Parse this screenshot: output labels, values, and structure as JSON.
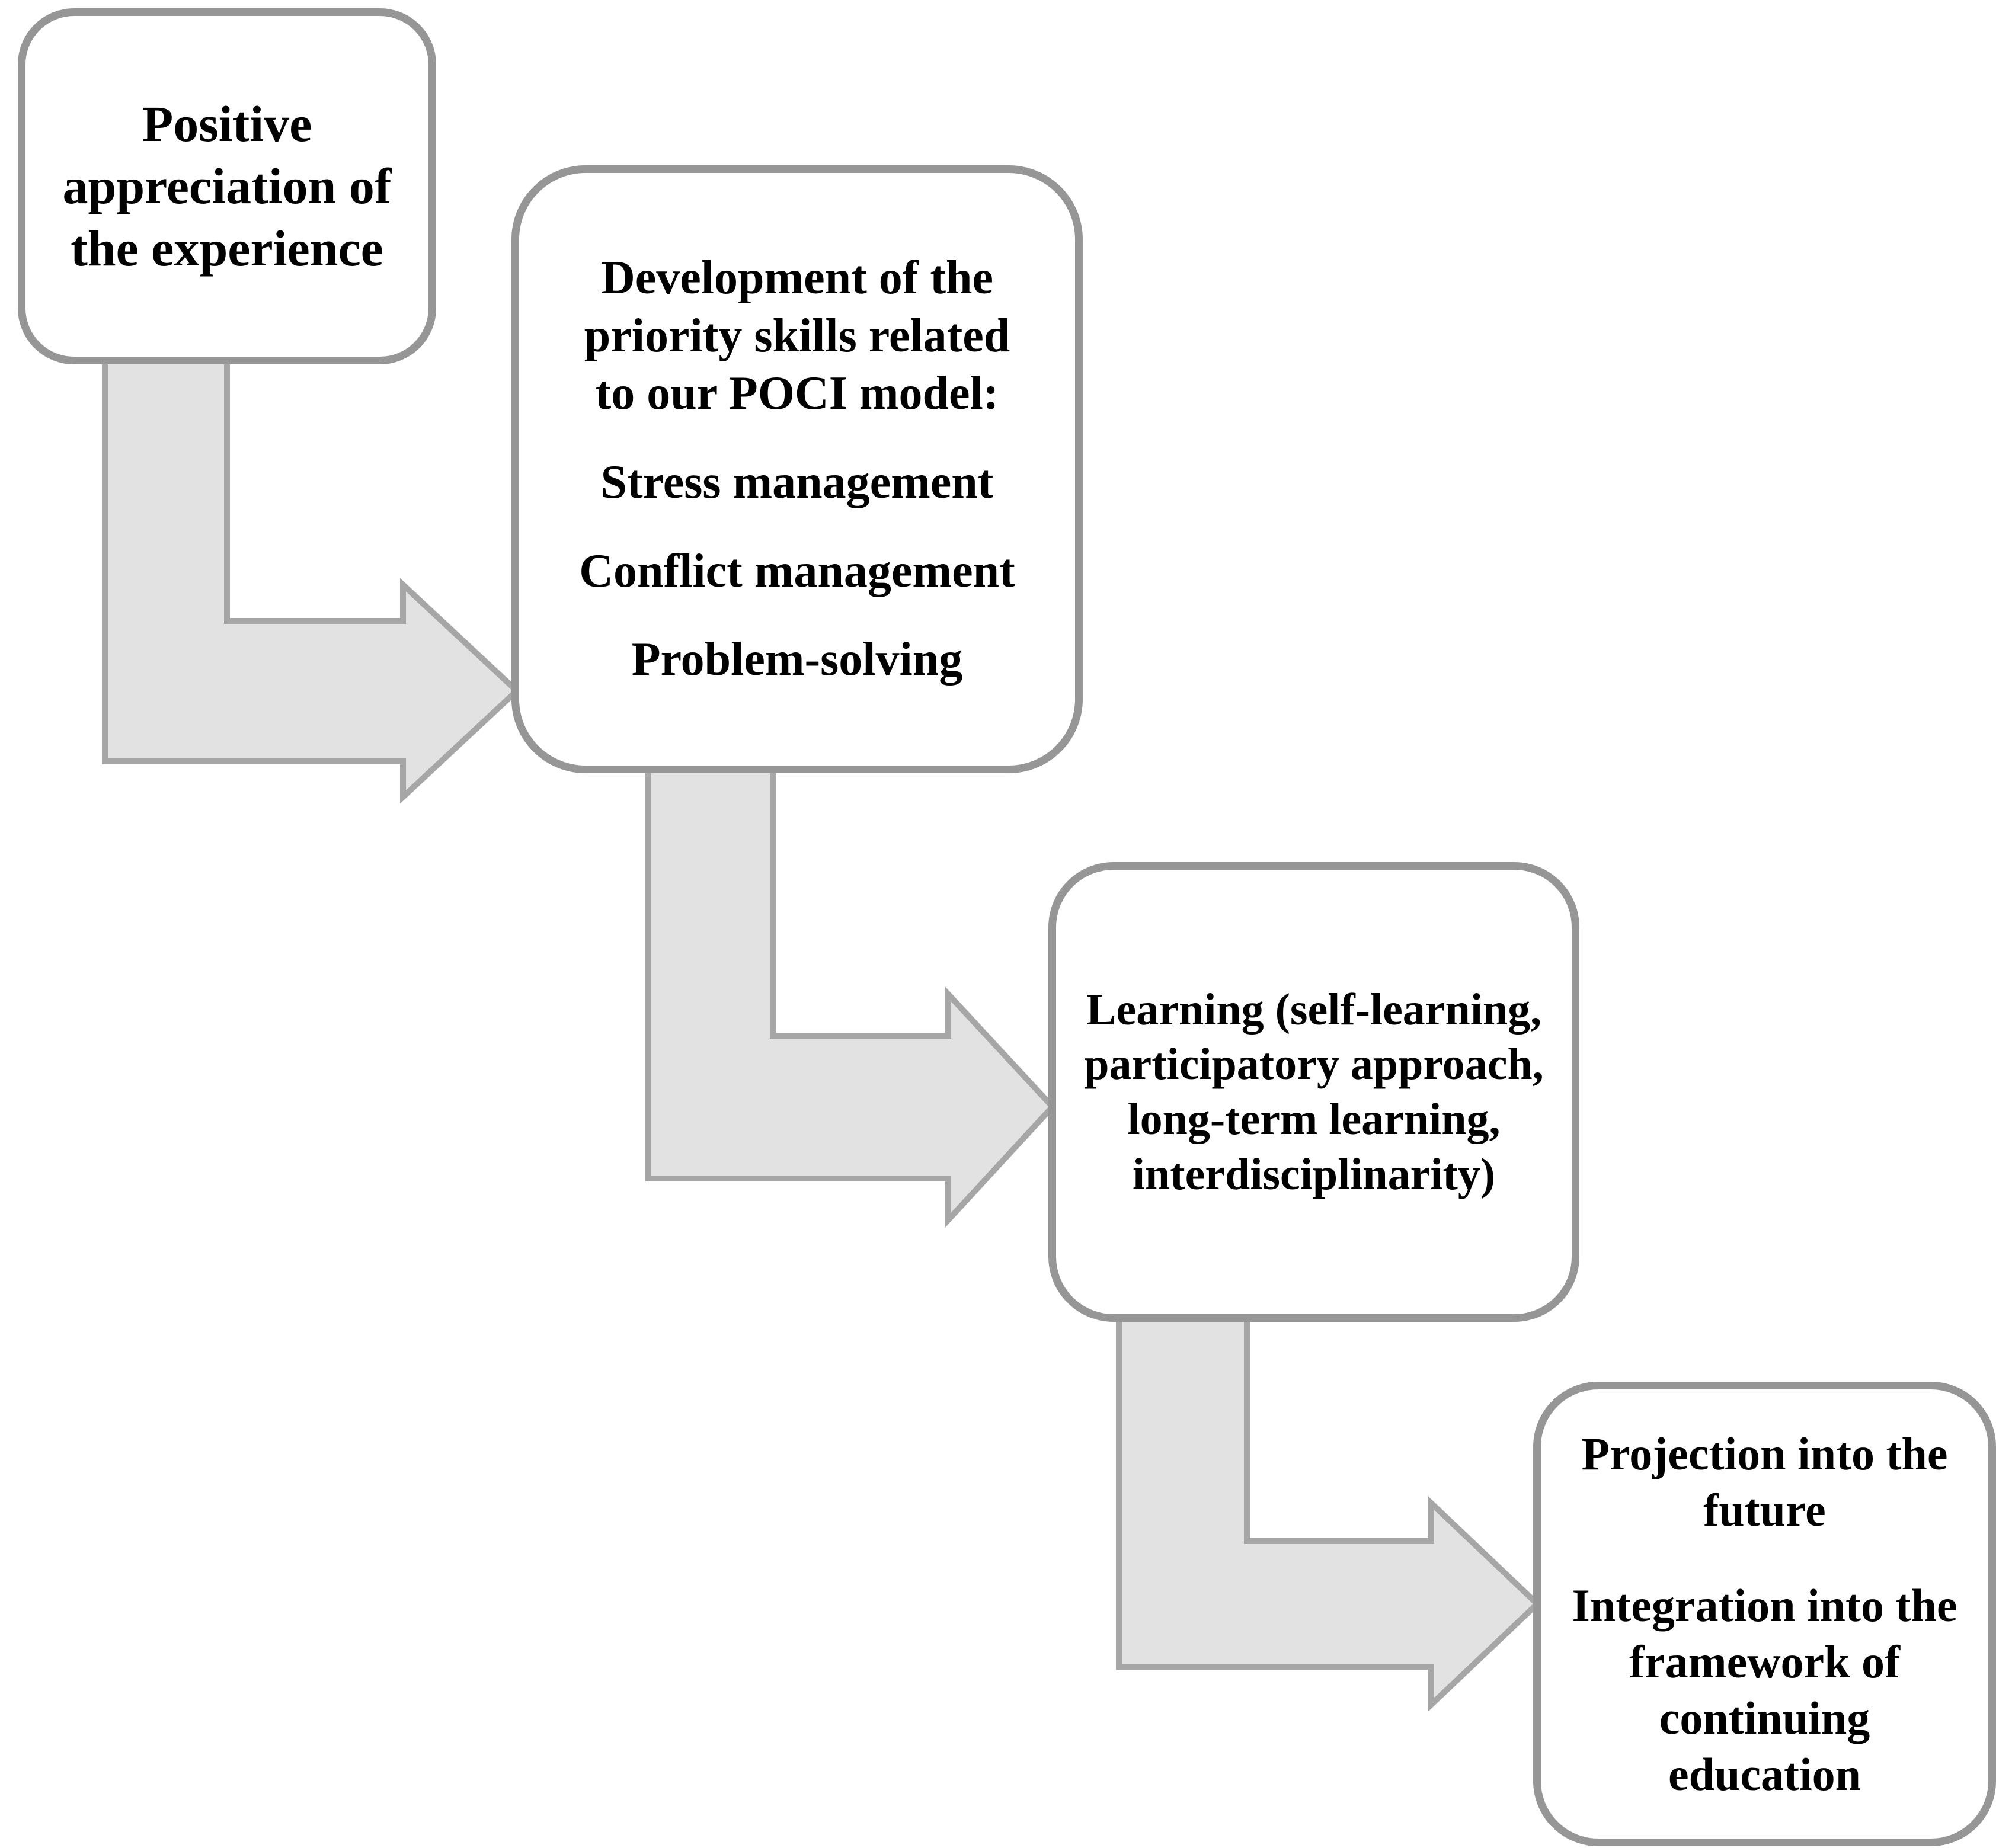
{
  "diagram": {
    "type": "staircase-flow",
    "background": "#ffffff",
    "colors": {
      "box_border": "#969696",
      "box_fill": "#ffffff",
      "arrow_fill": "#e2e2e2",
      "arrow_stroke": "#a6a6a6",
      "text": "#000000"
    },
    "boxes": [
      {
        "id": "box-1",
        "paragraphs": [
          "Positive appreciation of the experience"
        ]
      },
      {
        "id": "box-2",
        "paragraphs": [
          "Development of the priority skills related to our POCI model:",
          "Stress management",
          "Conflict management",
          "Problem-solving"
        ]
      },
      {
        "id": "box-3",
        "paragraphs": [
          "Learning (self-learning, participatory approach, long-term learning, interdisciplinarity)"
        ]
      },
      {
        "id": "box-4",
        "paragraphs": [
          "Projection into the future",
          "Integration into the framework of continuing education"
        ]
      }
    ],
    "connectors": [
      {
        "from": "box-1",
        "to": "box-2",
        "type": "elbow-arrow-down-right"
      },
      {
        "from": "box-2",
        "to": "box-3",
        "type": "elbow-arrow-down-right"
      },
      {
        "from": "box-3",
        "to": "box-4",
        "type": "elbow-arrow-down-right"
      }
    ]
  }
}
